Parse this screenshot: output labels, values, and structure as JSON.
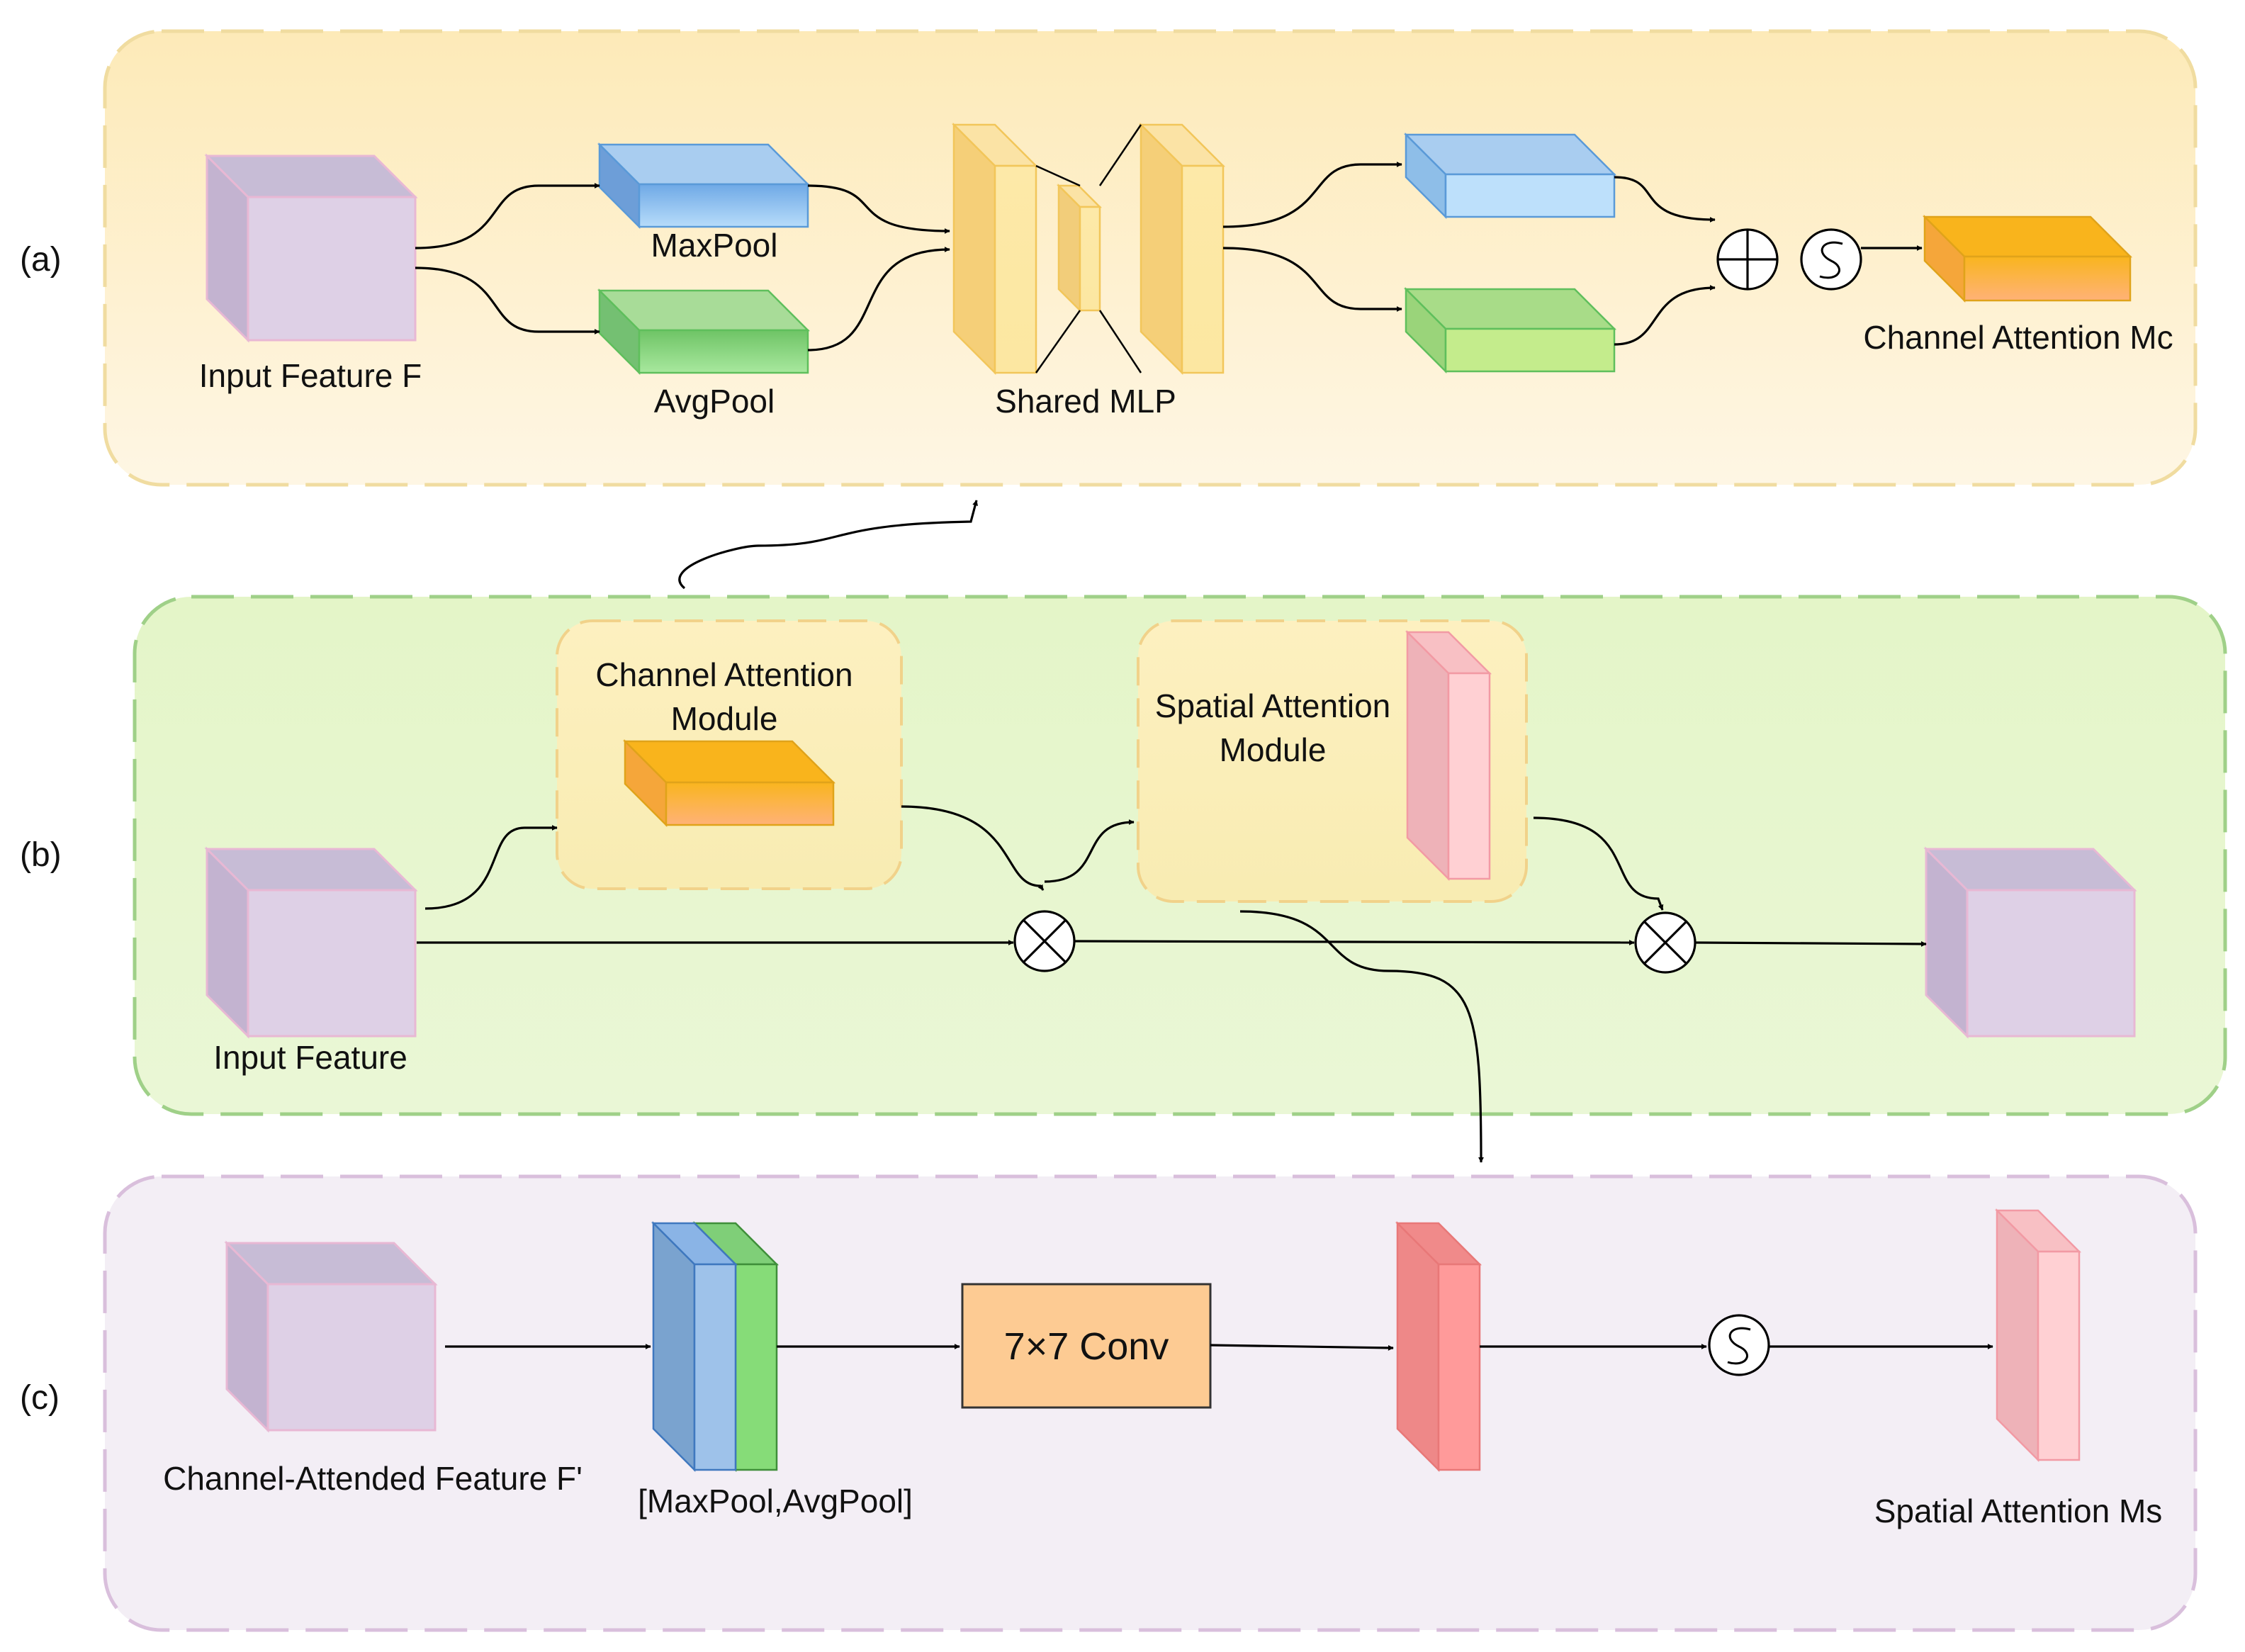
{
  "panels": {
    "a": {
      "label": "(a)",
      "input": "Input Feature F",
      "maxpool": "MaxPool",
      "avgpool": "AvgPool",
      "mlp": "Shared MLP",
      "output": "Channel Attention Mc"
    },
    "b": {
      "label": "(b)",
      "input": "Input Feature",
      "cam_line1": "Channel Attention",
      "cam_line2": "Module",
      "sam_line1": "Spatial Attention",
      "sam_line2": "Module"
    },
    "c": {
      "label": "(c)",
      "input": "Channel-Attended Feature F'",
      "concat": "[MaxPool,AvgPool]",
      "conv": "7×7 Conv",
      "output": "Spatial Attention Ms"
    }
  },
  "symbols": {
    "add": "⊕",
    "multiply": "⊗",
    "sigmoid": "σ"
  },
  "colors": {
    "panel_a_fill": "#fdf1cf",
    "panel_b_fill": "#e8f6d0",
    "panel_c_fill": "#f3eef5",
    "feature_cube": "#ddd0e6",
    "maxpool_blue": "#8fbfeb",
    "avgpool_green": "#8fd887",
    "mlp_yellow": "#fde7a3",
    "channel_orange": "#fdb24a",
    "spatial_pink": "#ffcfd2",
    "conv_fill": "#fdcb93",
    "conv_red": "#ff9a9a"
  }
}
